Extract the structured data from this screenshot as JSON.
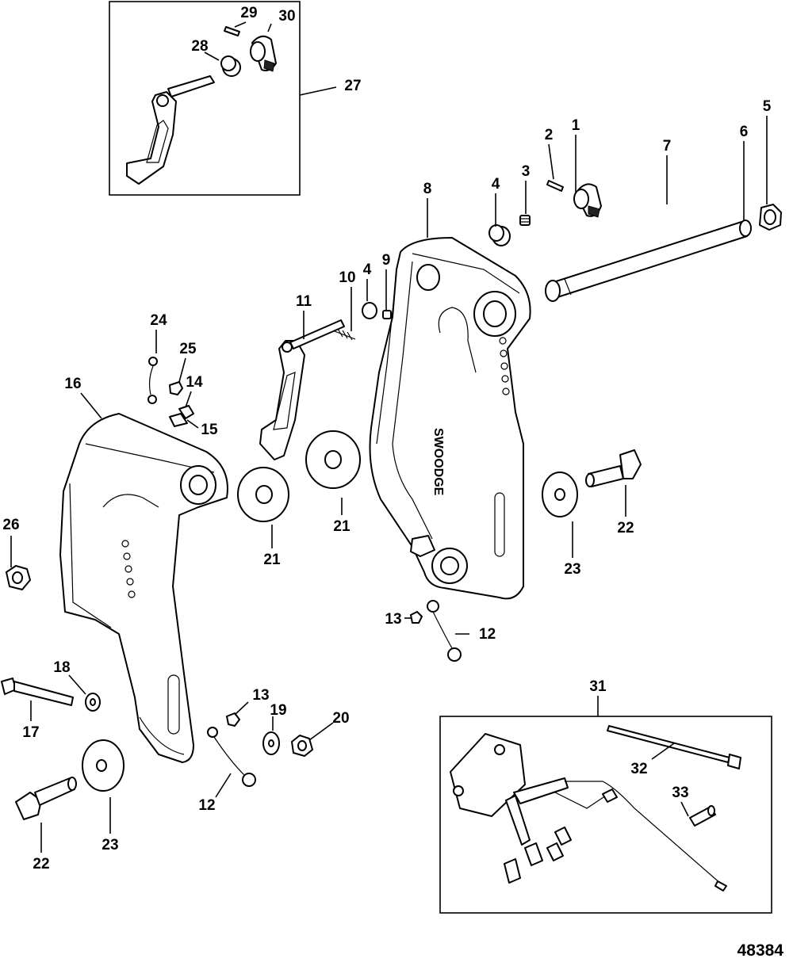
{
  "figure_number": "48384",
  "callouts": [
    {
      "id": "c1",
      "text": "1"
    },
    {
      "id": "c2",
      "text": "2"
    },
    {
      "id": "c3",
      "text": "3"
    },
    {
      "id": "c4a",
      "text": "4"
    },
    {
      "id": "c4b",
      "text": "4"
    },
    {
      "id": "c5",
      "text": "5"
    },
    {
      "id": "c6",
      "text": "6"
    },
    {
      "id": "c7",
      "text": "7"
    },
    {
      "id": "c8",
      "text": "8"
    },
    {
      "id": "c9",
      "text": "9"
    },
    {
      "id": "c10",
      "text": "10"
    },
    {
      "id": "c11",
      "text": "11"
    },
    {
      "id": "c12a",
      "text": "12"
    },
    {
      "id": "c12b",
      "text": "12"
    },
    {
      "id": "c13a",
      "text": "13"
    },
    {
      "id": "c13b",
      "text": "13"
    },
    {
      "id": "c14",
      "text": "14"
    },
    {
      "id": "c15",
      "text": "15"
    },
    {
      "id": "c16",
      "text": "16"
    },
    {
      "id": "c17",
      "text": "17"
    },
    {
      "id": "c18",
      "text": "18"
    },
    {
      "id": "c19",
      "text": "19"
    },
    {
      "id": "c20",
      "text": "20"
    },
    {
      "id": "c21a",
      "text": "21"
    },
    {
      "id": "c21b",
      "text": "21"
    },
    {
      "id": "c22a",
      "text": "22"
    },
    {
      "id": "c22b",
      "text": "22"
    },
    {
      "id": "c23a",
      "text": "23"
    },
    {
      "id": "c23b",
      "text": "23"
    },
    {
      "id": "c24",
      "text": "24"
    },
    {
      "id": "c25",
      "text": "25"
    },
    {
      "id": "c26",
      "text": "26"
    },
    {
      "id": "c27",
      "text": "27"
    },
    {
      "id": "c28",
      "text": "28"
    },
    {
      "id": "c29",
      "text": "29"
    },
    {
      "id": "c30",
      "text": "30"
    },
    {
      "id": "c31",
      "text": "31"
    },
    {
      "id": "c32",
      "text": "32"
    },
    {
      "id": "c33",
      "text": "33"
    }
  ],
  "bracket_embossed_text": "SWOODGE"
}
